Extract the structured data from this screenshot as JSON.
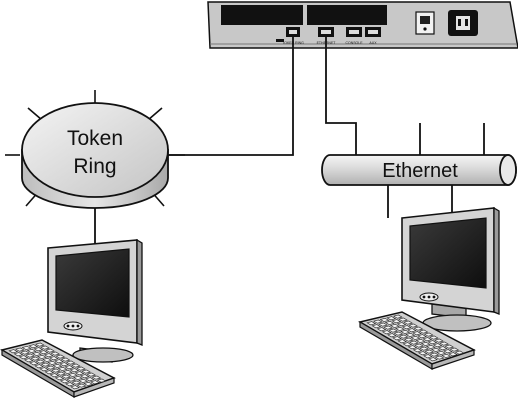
{
  "diagram": {
    "token_ring": {
      "line1": "Token",
      "line2": "Ring"
    },
    "ethernet": {
      "label": "Ethernet"
    },
    "router": {
      "port_labels": [
        "TOKEN RING",
        "ETHERNET",
        "CONSOLE",
        "AUX"
      ]
    },
    "colors": {
      "outline": "#111111",
      "device_gray": "#c8c8c8",
      "device_light": "#dcdcdc",
      "screen": "#1e1e1e",
      "white": "#ffffff"
    }
  }
}
